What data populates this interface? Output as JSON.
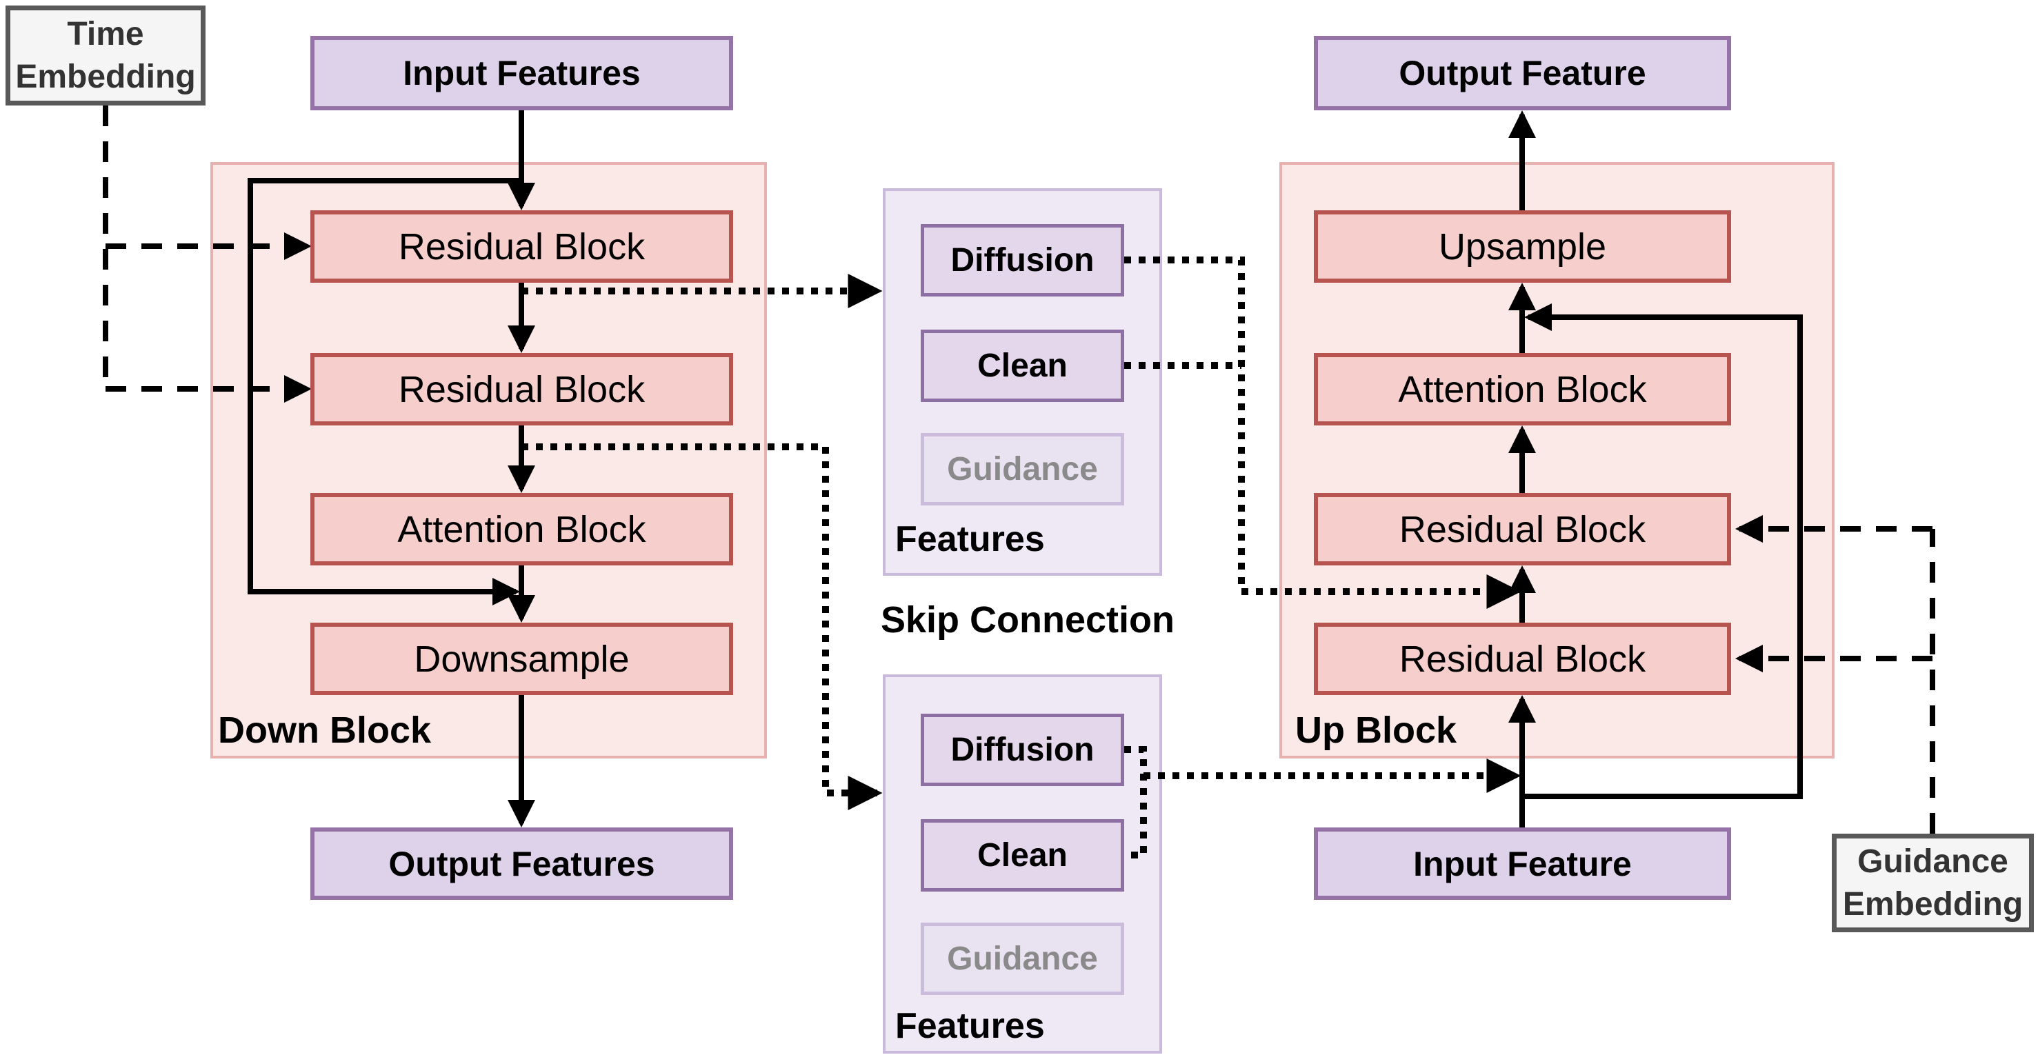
{
  "colors": {
    "red_box_fill": "#f6cfcd",
    "red_box_border": "#b85450",
    "pink_container_fill": "#fbe9e8",
    "pink_container_border": "#e7b1af",
    "purple_box_fill": "#ddd2e9",
    "purple_box_border": "#9673a6",
    "lavender_container_fill": "#eee9f4",
    "lavender_container_border": "#c9badb",
    "feature_box_fill": "#e4d7ec",
    "feature_box_border": "#8d6fa3",
    "guidance_box_fill": "#e9e2f1",
    "guidance_box_border": "#cbbcdb",
    "guidance_text": "#8a8a8a",
    "embed_box_fill": "#f5f5f5",
    "embed_box_border": "#595959",
    "embed_text": "#333333",
    "line_color": "#000000",
    "text_color": "#000000"
  },
  "left": {
    "input": "Input Features",
    "down": {
      "label": "Down Block",
      "boxes": [
        "Residual Block",
        "Residual Block",
        "Attention Block",
        "Downsample"
      ]
    },
    "output": "Output Features"
  },
  "middle": {
    "skip_label": "Skip Connection",
    "top": {
      "label": "Features",
      "items": [
        "Diffusion",
        "Clean",
        "Guidance"
      ]
    },
    "bottom": {
      "label": "Features",
      "items": [
        "Diffusion",
        "Clean",
        "Guidance"
      ]
    }
  },
  "right": {
    "output": "Output Feature",
    "up": {
      "label": "Up Block",
      "boxes": [
        "Upsample",
        "Attention Block",
        "Residual Block",
        "Residual Block"
      ]
    },
    "input": "Input Feature"
  },
  "embeddings": {
    "time": {
      "lines": [
        "Time",
        "Embedding"
      ]
    },
    "guidance": {
      "lines": [
        "Guidance",
        "Embedding"
      ]
    }
  }
}
